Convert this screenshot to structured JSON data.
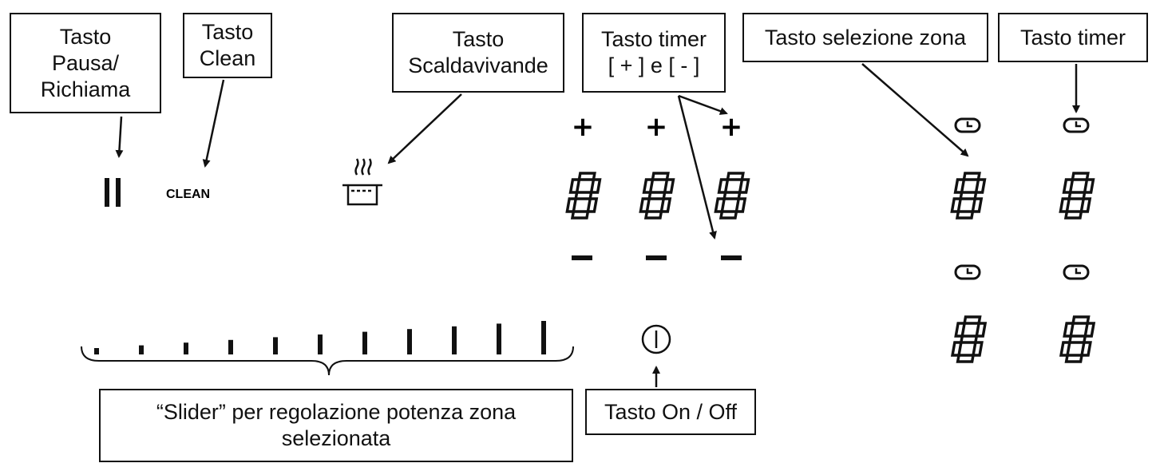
{
  "callouts": {
    "pause": {
      "line1": "Tasto",
      "line2": "Pausa/",
      "line3": "Richiama"
    },
    "clean": {
      "line1": "Tasto",
      "line2": "Clean"
    },
    "warmer": {
      "line1": "Tasto",
      "line2": "Scaldavivande"
    },
    "timer_plus_minus": {
      "line1": "Tasto timer",
      "line2": "[ + ] e [ - ]"
    },
    "zone_select": {
      "line1": "Tasto selezione zona"
    },
    "timer": {
      "line1": "Tasto timer"
    },
    "slider": {
      "line1": "“Slider” per regolazione potenza zona",
      "line2": "selezionata"
    },
    "on_off": {
      "line1": "Tasto On / Off"
    }
  },
  "panel": {
    "clean_label": "CLEAN",
    "plus_symbol": "+",
    "minus_symbol": "−",
    "digit_value": "8",
    "slider_levels": 11
  },
  "colors": {
    "ink": "#111111",
    "background": "#ffffff"
  }
}
